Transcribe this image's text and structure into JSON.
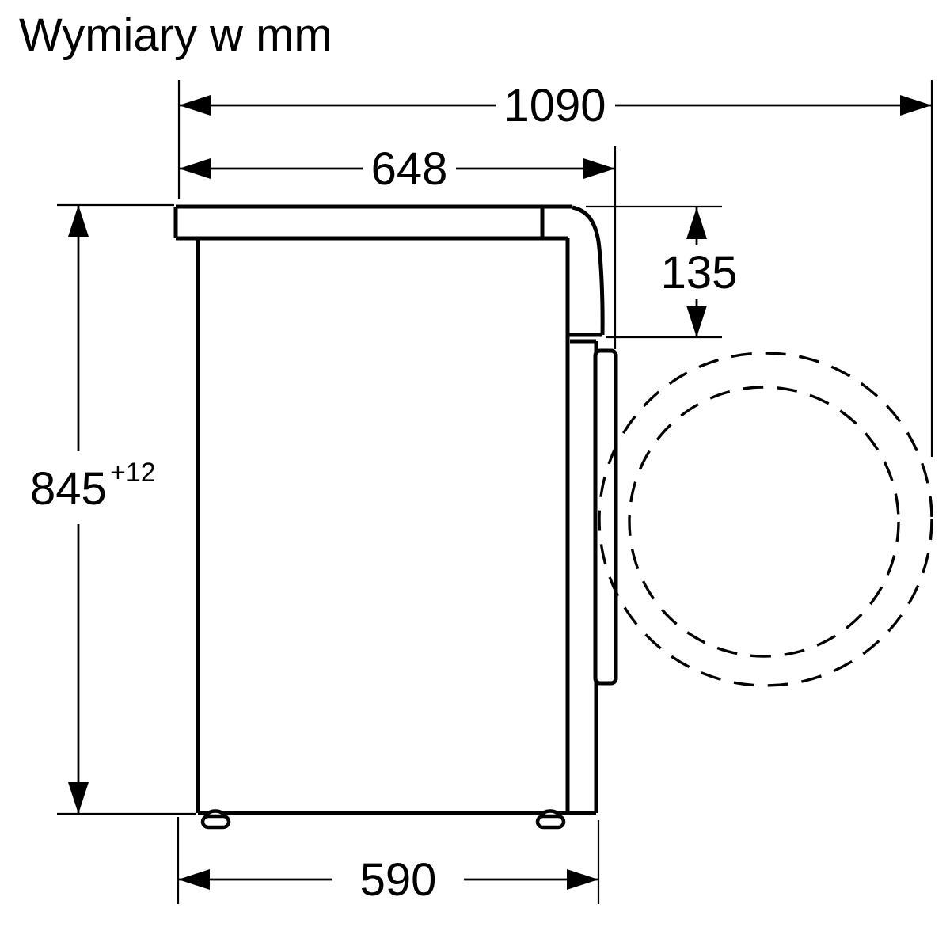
{
  "title": "Wymiary w mm",
  "diagram": {
    "type": "technical-dimension-drawing",
    "subject": "washing-machine-side-view-with-door-swing",
    "line_color": "#000000",
    "background_color": "#ffffff"
  },
  "dimensions": {
    "depth_with_open_door": "1090",
    "top_panel_depth": "648",
    "control_panel_height": "135",
    "height_value": "845",
    "height_tolerance": "+12",
    "body_depth": "590"
  }
}
